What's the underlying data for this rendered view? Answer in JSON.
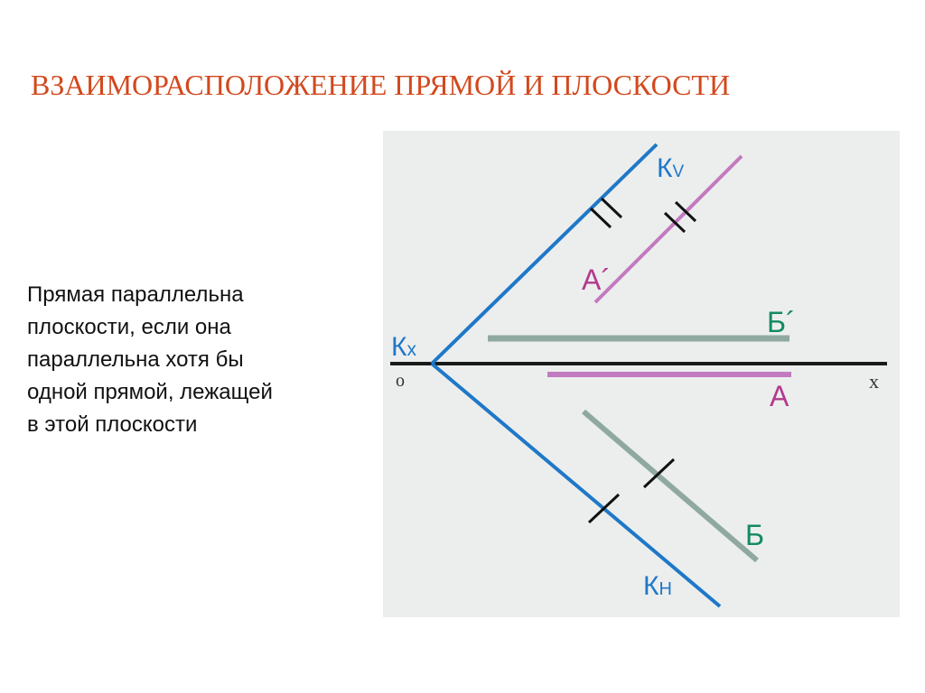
{
  "slide": {
    "title": "ВЗАИМОРАСПОЛОЖЕНИЕ ПРЯМОЙ И ПЛОСКОСТИ",
    "body_lines": [
      "Прямая параллельна",
      "плоскости, если она",
      "параллельна хотя бы",
      "одной прямой, лежащей",
      "в этой плоскости"
    ]
  },
  "diagram": {
    "labels": {
      "kv_main": "К",
      "kv_sub": "V",
      "kx_main": "К",
      "kx_sub": "х",
      "kh_main": "К",
      "kh_sub": "Н",
      "a_prime": "А´",
      "b_prime": "Б´",
      "a": "А",
      "b": "Б",
      "origin": "о",
      "axis_x": "х"
    }
  },
  "colors": {
    "title": "#D2491E",
    "panel_bg": "#ECEEEE",
    "trace_blue": "#1F78C8",
    "line_a": "#C27BBF",
    "line_b": "#8FA9A0",
    "label_a": "#B33A8C",
    "label_b": "#138A62",
    "axis": "#1A1A1A",
    "ticks": "#111111"
  }
}
